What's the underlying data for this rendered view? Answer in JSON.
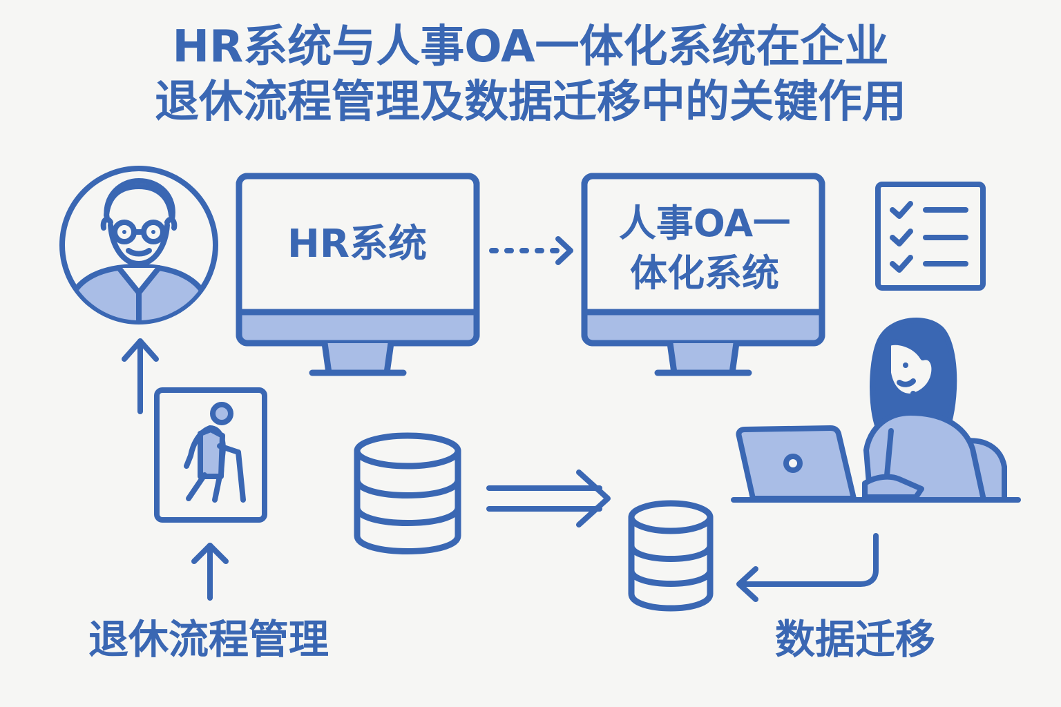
{
  "title": {
    "line1": "HR系统与人事OA一体化系统在企业",
    "line2": "退休流程管理及数据迁移中的关键作用"
  },
  "hr_monitor": {
    "label": "HR系统"
  },
  "oa_monitor": {
    "label_line1": "人事OA一",
    "label_line2": "体化系统"
  },
  "labels": {
    "retirement": "退休流程管理",
    "migration": "数据迁移"
  },
  "colors": {
    "stroke": "#3a67b3",
    "fill_light": "#a9bde6",
    "background": "#f6f6f4"
  },
  "icons": [
    "elderly-person-avatar-icon",
    "walking-elderly-cane-icon",
    "monitor-icon",
    "checklist-icon",
    "database-icon",
    "woman-laptop-icon"
  ]
}
